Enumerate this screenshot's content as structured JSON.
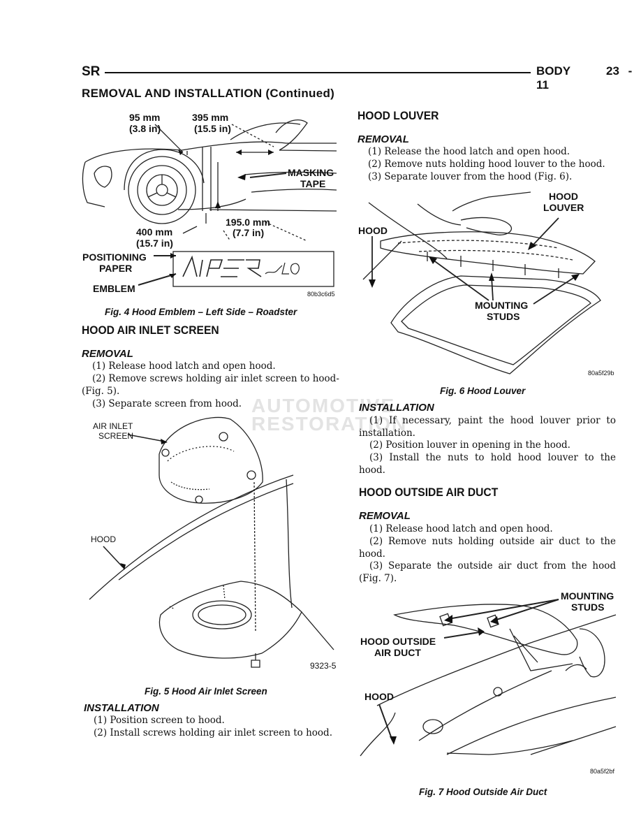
{
  "header": {
    "left": "SR",
    "right": "BODY",
    "page": "23 - 11"
  },
  "section_title": "REMOVAL AND INSTALLATION (Continued)",
  "fig4": {
    "labels": {
      "dim95": "95 mm",
      "dim95in": "(3.8 in)",
      "dim395": "395 mm",
      "dim395in": "(15.5 in)",
      "masking1": "MASKING",
      "masking2": "TAPE",
      "dim195": "195.0 mm",
      "dim195in": "(7.7 in)",
      "dim400": "400 mm",
      "dim400in": "(15.7 in)",
      "pos1": "POSITIONING",
      "pos2": "PAPER",
      "emblem": "EMBLEM",
      "code": "80b3c6d5"
    },
    "caption": "Fig. 4 Hood Emblem – Left Side – Roadster"
  },
  "air_inlet": {
    "title": "HOOD AIR INLET SCREEN",
    "removal_head": "REMOVAL",
    "removal_steps": [
      "(1) Release hood latch and open hood.",
      "(2) Remove screws holding air inlet screen to hood-",
      "(Fig. 5).",
      "(3) Separate screen from hood."
    ],
    "install_head": "INSTALLATION",
    "install_steps": [
      "(1) Position screen to hood.",
      "(2) Install screws holding air inlet screen to hood."
    ]
  },
  "fig5": {
    "labels": {
      "air1": "AIR INLET",
      "air2": "SCREEN",
      "hood": "HOOD",
      "code": "9323-5"
    },
    "caption": "Fig. 5 Hood Air Inlet Screen"
  },
  "louver": {
    "title": "HOOD LOUVER",
    "removal_head": "REMOVAL",
    "removal_steps": [
      "(1) Release the hood latch and open hood.",
      "(2) Remove nuts holding hood louver to the hood.",
      "(3) Separate louver from the hood (Fig. 6)."
    ],
    "install_head": "INSTALLATION",
    "install_steps": [
      "(1) If necessary, paint the hood louver prior to",
      "installation.",
      "(2) Position louver in opening in the hood.",
      "(3) Install the nuts to hold hood louver to the",
      "hood."
    ]
  },
  "fig6": {
    "labels": {
      "hl1": "HOOD",
      "hl2": "LOUVER",
      "hood": "HOOD",
      "ms1": "MOUNTING",
      "ms2": "STUDS",
      "code": "80a5f29b"
    },
    "caption": "Fig. 6 Hood Louver"
  },
  "air_duct": {
    "title": "HOOD OUTSIDE AIR DUCT",
    "removal_head": "REMOVAL",
    "removal_steps": [
      "(1) Release hood latch and open hood.",
      "(2) Remove nuts holding outside air duct to the",
      "hood.",
      "(3) Separate the outside air duct from the hood",
      "(Fig. 7)."
    ]
  },
  "fig7": {
    "labels": {
      "ms1": "MOUNTING",
      "ms2": "STUDS",
      "hod1": "HOOD OUTSIDE",
      "hod2": "AIR DUCT",
      "hood": "HOOD",
      "code": "80a5f2bf"
    },
    "caption": "Fig. 7 Hood Outside Air Duct"
  },
  "watermark": {
    "line1": "AUTOMOTIVE",
    "line2": "RESTORATION"
  }
}
